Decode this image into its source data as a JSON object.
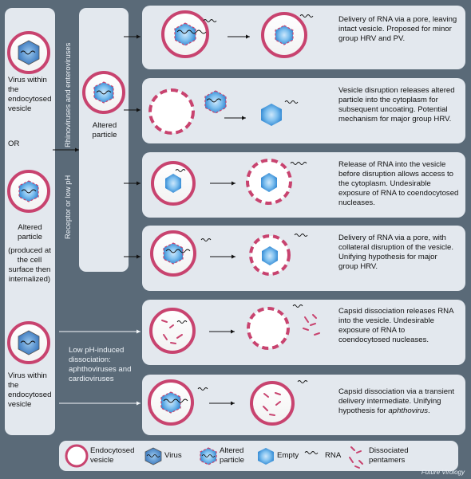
{
  "left_column": {
    "virus_in_vesicle_top": "Virus within the endocytosed vesicle",
    "or": "OR",
    "altered_particle": "Altered particle",
    "altered_particle_note": "(produced at the cell surface then internalized)",
    "virus_in_vesicle_bottom": "Virus within the endocytosed vesicle"
  },
  "vertical_labels": {
    "rhino_entero": "Rhinoviruses and enteroviruses",
    "receptor": "Receptor or low pH"
  },
  "middle": {
    "altered_particle": "Altered particle"
  },
  "low_ph_label": "Low pH-induced dissociation: aphthoviruses and cardioviruses",
  "rows": [
    {
      "description": "Delivery of RNA via a pore, leaving intact vesicle. Proposed for minor group HRV and PV."
    },
    {
      "description": "Vesicle disruption releases altered particle into the cytoplasm for subsequent uncoating. Potential mechanism for major group HRV."
    },
    {
      "description": "Release of RNA into the vesicle before disruption allows access to the cytoplasm. Undesirable exposure of RNA to coendocytosed nucleases."
    },
    {
      "description": "Delivery of RNA via a pore, with collateral disruption of the vesicle. Unifying hypothesis for major group HRV."
    },
    {
      "description": "Capsid dissociation releases RNA into the vesicle. Undesirable exposure of RNA to coendocytosed nucleases."
    },
    {
      "description_prefix": "Capsid dissociation via a transient delivery intermediate. Unifying hypothesis for ",
      "description_italic": "aphthovirus",
      "description_suffix": "."
    }
  ],
  "legend": {
    "vesicle": "Endocytosed vesicle",
    "virus": "Virus",
    "altered": "Altered particle",
    "empty": "Empty",
    "rna": "RNA",
    "pentamers": "Dissociated pentamers"
  },
  "credit": "Future Virology",
  "colors": {
    "background": "#5a6a78",
    "panel": "#e3e8ee",
    "vesicle_ring": "#c8436f",
    "capsid": "#3f7fc7"
  }
}
